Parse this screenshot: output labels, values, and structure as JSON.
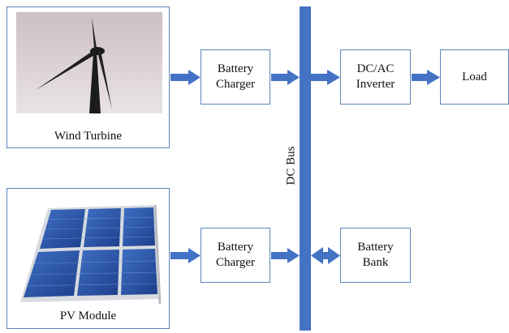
{
  "sources": {
    "wind": {
      "label": "Wind Turbine",
      "image_icon": "wind-turbine-photo"
    },
    "pv": {
      "label": "PV Module",
      "image_icon": "solar-panel-photo"
    }
  },
  "chargers": {
    "top": {
      "line1": "Battery",
      "line2": "Charger"
    },
    "bottom": {
      "line1": "Battery",
      "line2": "Charger"
    }
  },
  "bus": {
    "label": "DC Bus",
    "color": "#4472c4"
  },
  "inverter": {
    "line1": "DC/AC",
    "line2": "Inverter"
  },
  "load": {
    "label": "Load"
  },
  "battery_bank": {
    "line1": "Battery",
    "line2": "Bank"
  },
  "colors": {
    "arrow": "#4472c4",
    "box_border": "#5b86b8"
  }
}
